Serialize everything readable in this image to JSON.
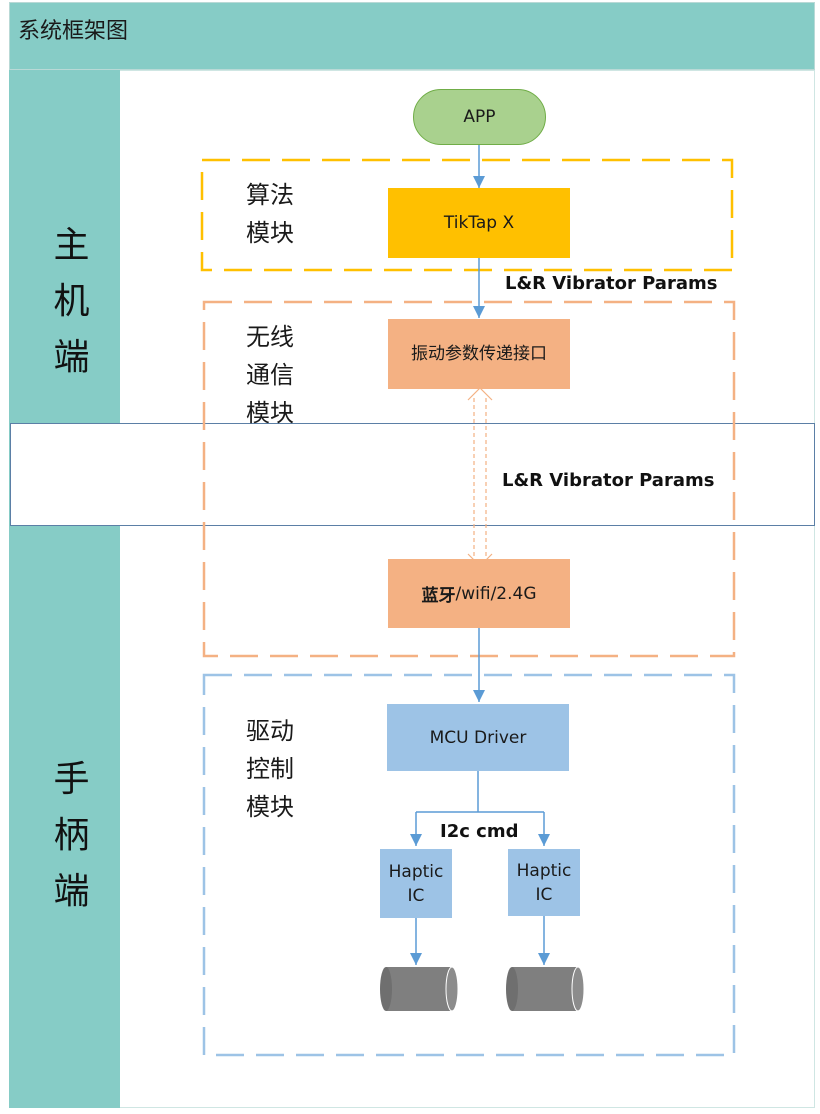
{
  "title": "系统框架图",
  "side": {
    "host": [
      "主",
      "机",
      "端"
    ],
    "controller": [
      "手",
      "柄",
      "端"
    ]
  },
  "nodes": {
    "app": "APP",
    "tiktap": "TikTap X",
    "vibe_interface": "振动参数传递接口",
    "bluetooth_prefix": "蓝牙",
    "bluetooth_suffix": "/wifi/2.4G",
    "mcu": "MCU Driver",
    "haptic_left": [
      "Haptic",
      "IC"
    ],
    "haptic_right": [
      "Haptic",
      "IC"
    ]
  },
  "modules": {
    "algorithm": [
      "算法",
      "模块"
    ],
    "wireless": [
      "无线",
      "通信",
      "模块"
    ],
    "driver": [
      "驱动",
      "控制",
      "模块"
    ]
  },
  "labels": {
    "params_top": "L&R Vibrator Params",
    "params_band": "L&R Vibrator Params",
    "i2c": "I2c cmd"
  },
  "colors": {
    "teal": "#86ccc6",
    "app_green": "#a9d18e",
    "yellow": "#ffc000",
    "orange": "#f4b183",
    "blue": "#9dc3e6",
    "arrow_blue": "#5b9bd5",
    "motor_gray": "#7f7f7f"
  }
}
